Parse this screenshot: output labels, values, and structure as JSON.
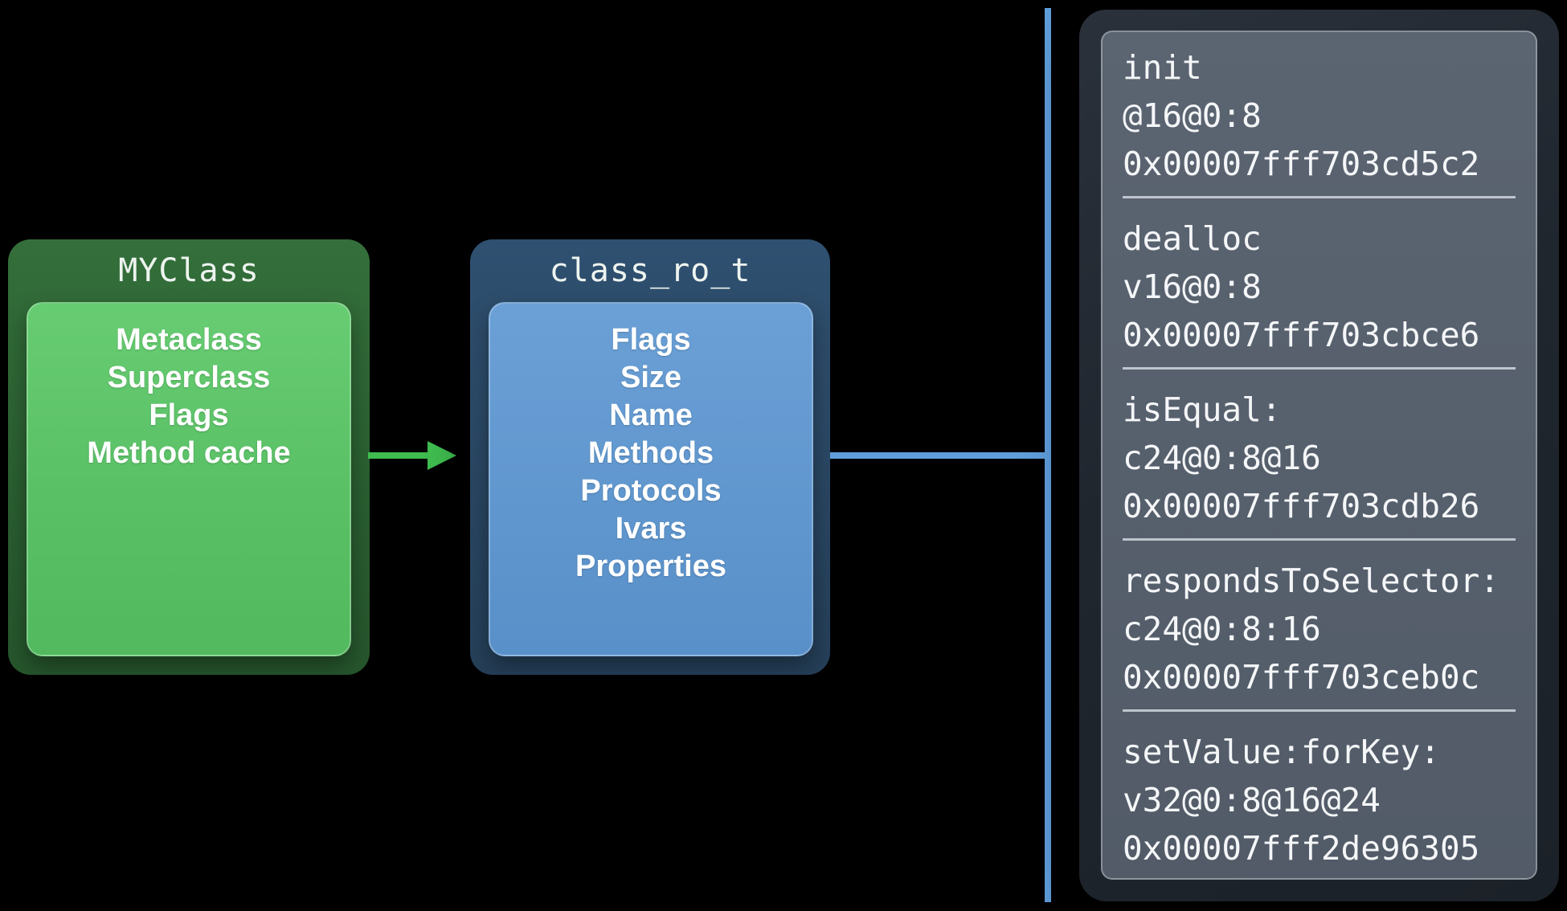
{
  "diagram": {
    "myclass": {
      "title": "MYClass",
      "fields": [
        "Metaclass",
        "Superclass",
        "Flags",
        "Method cache"
      ]
    },
    "class_ro": {
      "title": "class_ro_t",
      "fields": [
        "Flags",
        "Size",
        "Name",
        "Methods",
        "Protocols",
        "Ivars",
        "Properties"
      ]
    },
    "methods": [
      {
        "name": "init",
        "encoding": "@16@0:8",
        "address": "0x00007fff703cd5c2"
      },
      {
        "name": "dealloc",
        "encoding": "v16@0:8",
        "address": "0x00007fff703cbce6"
      },
      {
        "name": "isEqual:",
        "encoding": "c24@0:8@16",
        "address": "0x00007fff703cdb26"
      },
      {
        "name": "respondsToSelector:",
        "encoding": "c24@0:8:16",
        "address": "0x00007fff703ceb0c"
      },
      {
        "name": "setValue:forKey:",
        "encoding": "v32@0:8@16@24",
        "address": "0x00007fff2de96305"
      }
    ],
    "colors": {
      "background": "#000000",
      "green_box_outer": "#2e6b34",
      "green_box_inner": "#5cc368",
      "green_arrow": "#3fbc4f",
      "blue_box_outer": "#2d4a66",
      "blue_box_inner": "#6199d0",
      "blue_connector": "#5f9edb",
      "panel_outer": "#20262e",
      "panel_inner": "#57606c",
      "divider": "#e6ecf3",
      "text": "#f4f6f8"
    }
  }
}
